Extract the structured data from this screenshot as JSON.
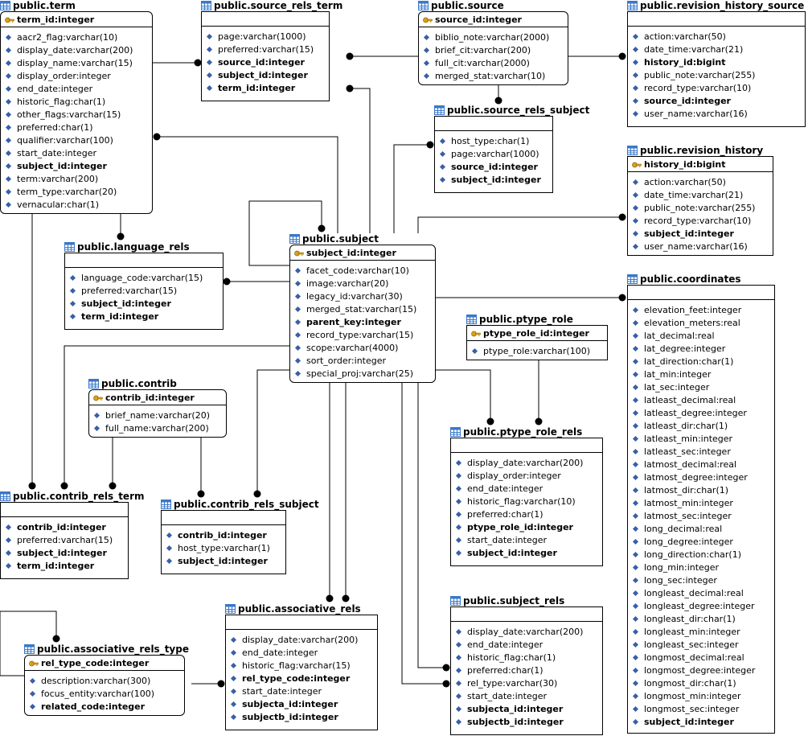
{
  "tables": [
    {
      "id": "term",
      "title": "public.term",
      "pk": "term_id:integer",
      "columns": [
        {
          "t": "aacr2_flag:varchar(10)",
          "b": false
        },
        {
          "t": "display_date:varchar(200)",
          "b": false
        },
        {
          "t": "display_name:varchar(15)",
          "b": false
        },
        {
          "t": "display_order:integer",
          "b": false
        },
        {
          "t": "end_date:integer",
          "b": false
        },
        {
          "t": "historic_flag:char(1)",
          "b": false
        },
        {
          "t": "other_flags:varchar(15)",
          "b": false
        },
        {
          "t": "preferred:char(1)",
          "b": false
        },
        {
          "t": "qualifier:varchar(100)",
          "b": false
        },
        {
          "t": "start_date:integer",
          "b": false
        },
        {
          "t": "subject_id:integer",
          "b": true
        },
        {
          "t": "term:varchar(200)",
          "b": false
        },
        {
          "t": "term_type:varchar(20)",
          "b": false
        },
        {
          "t": "vernacular:char(1)",
          "b": false
        }
      ]
    },
    {
      "id": "source_rels_term",
      "title": "public.source_rels_term",
      "pk": "",
      "columns": [
        {
          "t": "page:varchar(1000)",
          "b": false
        },
        {
          "t": "preferred:varchar(15)",
          "b": false
        },
        {
          "t": "source_id:integer",
          "b": true
        },
        {
          "t": "subject_id:integer",
          "b": true
        },
        {
          "t": "term_id:integer",
          "b": true
        }
      ]
    },
    {
      "id": "source",
      "title": "public.source",
      "pk": "source_id:integer",
      "columns": [
        {
          "t": "biblio_note:varchar(2000)",
          "b": false
        },
        {
          "t": "brief_cit:varchar(200)",
          "b": false
        },
        {
          "t": "full_cit:varchar(2000)",
          "b": false
        },
        {
          "t": "merged_stat:varchar(10)",
          "b": false
        }
      ]
    },
    {
      "id": "revision_history_source",
      "title": "public.revision_history_source",
      "pk": "",
      "columns": [
        {
          "t": "action:varchar(50)",
          "b": false
        },
        {
          "t": "date_time:varchar(21)",
          "b": false
        },
        {
          "t": "history_id:bigint",
          "b": true
        },
        {
          "t": "public_note:varchar(255)",
          "b": false
        },
        {
          "t": "record_type:varchar(10)",
          "b": false
        },
        {
          "t": "source_id:integer",
          "b": true
        },
        {
          "t": "user_name:varchar(16)",
          "b": false
        }
      ]
    },
    {
      "id": "source_rels_subject",
      "title": "public.source_rels_subject",
      "pk": "",
      "columns": [
        {
          "t": "host_type:char(1)",
          "b": false
        },
        {
          "t": "page:varchar(1000)",
          "b": false
        },
        {
          "t": "source_id:integer",
          "b": true
        },
        {
          "t": "subject_id:integer",
          "b": true
        }
      ]
    },
    {
      "id": "revision_history",
      "title": "public.revision_history",
      "pk": "history_id:bigint",
      "columns": [
        {
          "t": "action:varchar(50)",
          "b": false
        },
        {
          "t": "date_time:varchar(21)",
          "b": false
        },
        {
          "t": "public_note:varchar(255)",
          "b": false
        },
        {
          "t": "record_type:varchar(10)",
          "b": false
        },
        {
          "t": "subject_id:integer",
          "b": true
        },
        {
          "t": "user_name:varchar(16)",
          "b": false
        }
      ]
    },
    {
      "id": "language_rels",
      "title": "public.language_rels",
      "pk": "",
      "columns": [
        {
          "t": "language_code:varchar(15)",
          "b": false
        },
        {
          "t": "preferred:varchar(15)",
          "b": false
        },
        {
          "t": "subject_id:integer",
          "b": true
        },
        {
          "t": "term_id:integer",
          "b": true
        }
      ]
    },
    {
      "id": "subject",
      "title": "public.subject",
      "pk": "subject_id:integer",
      "columns": [
        {
          "t": "facet_code:varchar(10)",
          "b": false
        },
        {
          "t": "image:varchar(20)",
          "b": false
        },
        {
          "t": "legacy_id:varchar(30)",
          "b": false
        },
        {
          "t": "merged_stat:varchar(15)",
          "b": false
        },
        {
          "t": "parent_key:integer",
          "b": true
        },
        {
          "t": "record_type:varchar(15)",
          "b": false
        },
        {
          "t": "scope:varchar(4000)",
          "b": false
        },
        {
          "t": "sort_order:integer",
          "b": false
        },
        {
          "t": "special_proj:varchar(25)",
          "b": false
        }
      ]
    },
    {
      "id": "coordinates",
      "title": "public.coordinates",
      "pk": "",
      "columns": [
        {
          "t": "elevation_feet:integer",
          "b": false
        },
        {
          "t": "elevation_meters:real",
          "b": false
        },
        {
          "t": "lat_decimal:real",
          "b": false
        },
        {
          "t": "lat_degree:integer",
          "b": false
        },
        {
          "t": "lat_direction:char(1)",
          "b": false
        },
        {
          "t": "lat_min:integer",
          "b": false
        },
        {
          "t": "lat_sec:integer",
          "b": false
        },
        {
          "t": "latleast_decimal:real",
          "b": false
        },
        {
          "t": "latleast_degree:integer",
          "b": false
        },
        {
          "t": "latleast_dir:char(1)",
          "b": false
        },
        {
          "t": "latleast_min:integer",
          "b": false
        },
        {
          "t": "latleast_sec:integer",
          "b": false
        },
        {
          "t": "latmost_decimal:real",
          "b": false
        },
        {
          "t": "latmost_degree:integer",
          "b": false
        },
        {
          "t": "latmost_dir:char(1)",
          "b": false
        },
        {
          "t": "latmost_min:integer",
          "b": false
        },
        {
          "t": "latmost_sec:integer",
          "b": false
        },
        {
          "t": "long_decimal:real",
          "b": false
        },
        {
          "t": "long_degree:integer",
          "b": false
        },
        {
          "t": "long_direction:char(1)",
          "b": false
        },
        {
          "t": "long_min:integer",
          "b": false
        },
        {
          "t": "long_sec:integer",
          "b": false
        },
        {
          "t": "longleast_decimal:real",
          "b": false
        },
        {
          "t": "longleast_degree:integer",
          "b": false
        },
        {
          "t": "longleast_dir:char(1)",
          "b": false
        },
        {
          "t": "longleast_min:integer",
          "b": false
        },
        {
          "t": "longleast_sec:integer",
          "b": false
        },
        {
          "t": "longmost_decimal:real",
          "b": false
        },
        {
          "t": "longmost_degree:integer",
          "b": false
        },
        {
          "t": "longmost_dir:char(1)",
          "b": false
        },
        {
          "t": "longmost_min:integer",
          "b": false
        },
        {
          "t": "longmost_sec:integer",
          "b": false
        },
        {
          "t": "subject_id:integer",
          "b": true
        }
      ]
    },
    {
      "id": "ptype_role",
      "title": "public.ptype_role",
      "pk": "ptype_role_id:integer",
      "columns": [
        {
          "t": "ptype_role:varchar(100)",
          "b": false
        }
      ]
    },
    {
      "id": "contrib",
      "title": "public.contrib",
      "pk": "contrib_id:integer",
      "columns": [
        {
          "t": "brief_name:varchar(20)",
          "b": false
        },
        {
          "t": "full_name:varchar(200)",
          "b": false
        }
      ]
    },
    {
      "id": "ptype_role_rels",
      "title": "public.ptype_role_rels",
      "pk": "",
      "columns": [
        {
          "t": "display_date:varchar(200)",
          "b": false
        },
        {
          "t": "display_order:integer",
          "b": false
        },
        {
          "t": "end_date:integer",
          "b": false
        },
        {
          "t": "historic_flag:varchar(10)",
          "b": false
        },
        {
          "t": "preferred:char(1)",
          "b": false
        },
        {
          "t": "ptype_role_id:integer",
          "b": true
        },
        {
          "t": "start_date:integer",
          "b": false
        },
        {
          "t": "subject_id:integer",
          "b": true
        }
      ]
    },
    {
      "id": "contrib_rels_term",
      "title": "public.contrib_rels_term",
      "pk": "",
      "columns": [
        {
          "t": "contrib_id:integer",
          "b": true
        },
        {
          "t": "preferred:varchar(15)",
          "b": false
        },
        {
          "t": "subject_id:integer",
          "b": true
        },
        {
          "t": "term_id:integer",
          "b": true
        }
      ]
    },
    {
      "id": "contrib_rels_subject",
      "title": "public.contrib_rels_subject",
      "pk": "",
      "columns": [
        {
          "t": "contrib_id:integer",
          "b": true
        },
        {
          "t": "host_type:varchar(1)",
          "b": false
        },
        {
          "t": "subject_id:integer",
          "b": true
        }
      ]
    },
    {
      "id": "associative_rels",
      "title": "public.associative_rels",
      "pk": "",
      "columns": [
        {
          "t": "display_date:varchar(200)",
          "b": false
        },
        {
          "t": "end_date:integer",
          "b": false
        },
        {
          "t": "historic_flag:varchar(15)",
          "b": false
        },
        {
          "t": "rel_type_code:integer",
          "b": true
        },
        {
          "t": "start_date:integer",
          "b": false
        },
        {
          "t": "subjecta_id:integer",
          "b": true
        },
        {
          "t": "subjectb_id:integer",
          "b": true
        }
      ]
    },
    {
      "id": "subject_rels",
      "title": "public.subject_rels",
      "pk": "",
      "columns": [
        {
          "t": "display_date:varchar(200)",
          "b": false
        },
        {
          "t": "end_date:integer",
          "b": false
        },
        {
          "t": "historic_flag:char(1)",
          "b": false
        },
        {
          "t": "preferred:char(1)",
          "b": false
        },
        {
          "t": "rel_type:varchar(30)",
          "b": false
        },
        {
          "t": "start_date:integer",
          "b": false
        },
        {
          "t": "subjecta_id:integer",
          "b": true
        },
        {
          "t": "subjectb_id:integer",
          "b": true
        }
      ]
    },
    {
      "id": "associative_rels_type",
      "title": "public.associative_rels_type",
      "pk": "rel_type_code:integer",
      "columns": [
        {
          "t": "description:varchar(300)",
          "b": false
        },
        {
          "t": "focus_entity:varchar(100)",
          "b": false
        },
        {
          "t": "related_code:integer",
          "b": true
        }
      ]
    }
  ],
  "colors": {
    "line": "#000000",
    "table_icon": "#3a78c8",
    "column_diamond": "#3a5fa8",
    "key_icon": "#d8a21a"
  }
}
